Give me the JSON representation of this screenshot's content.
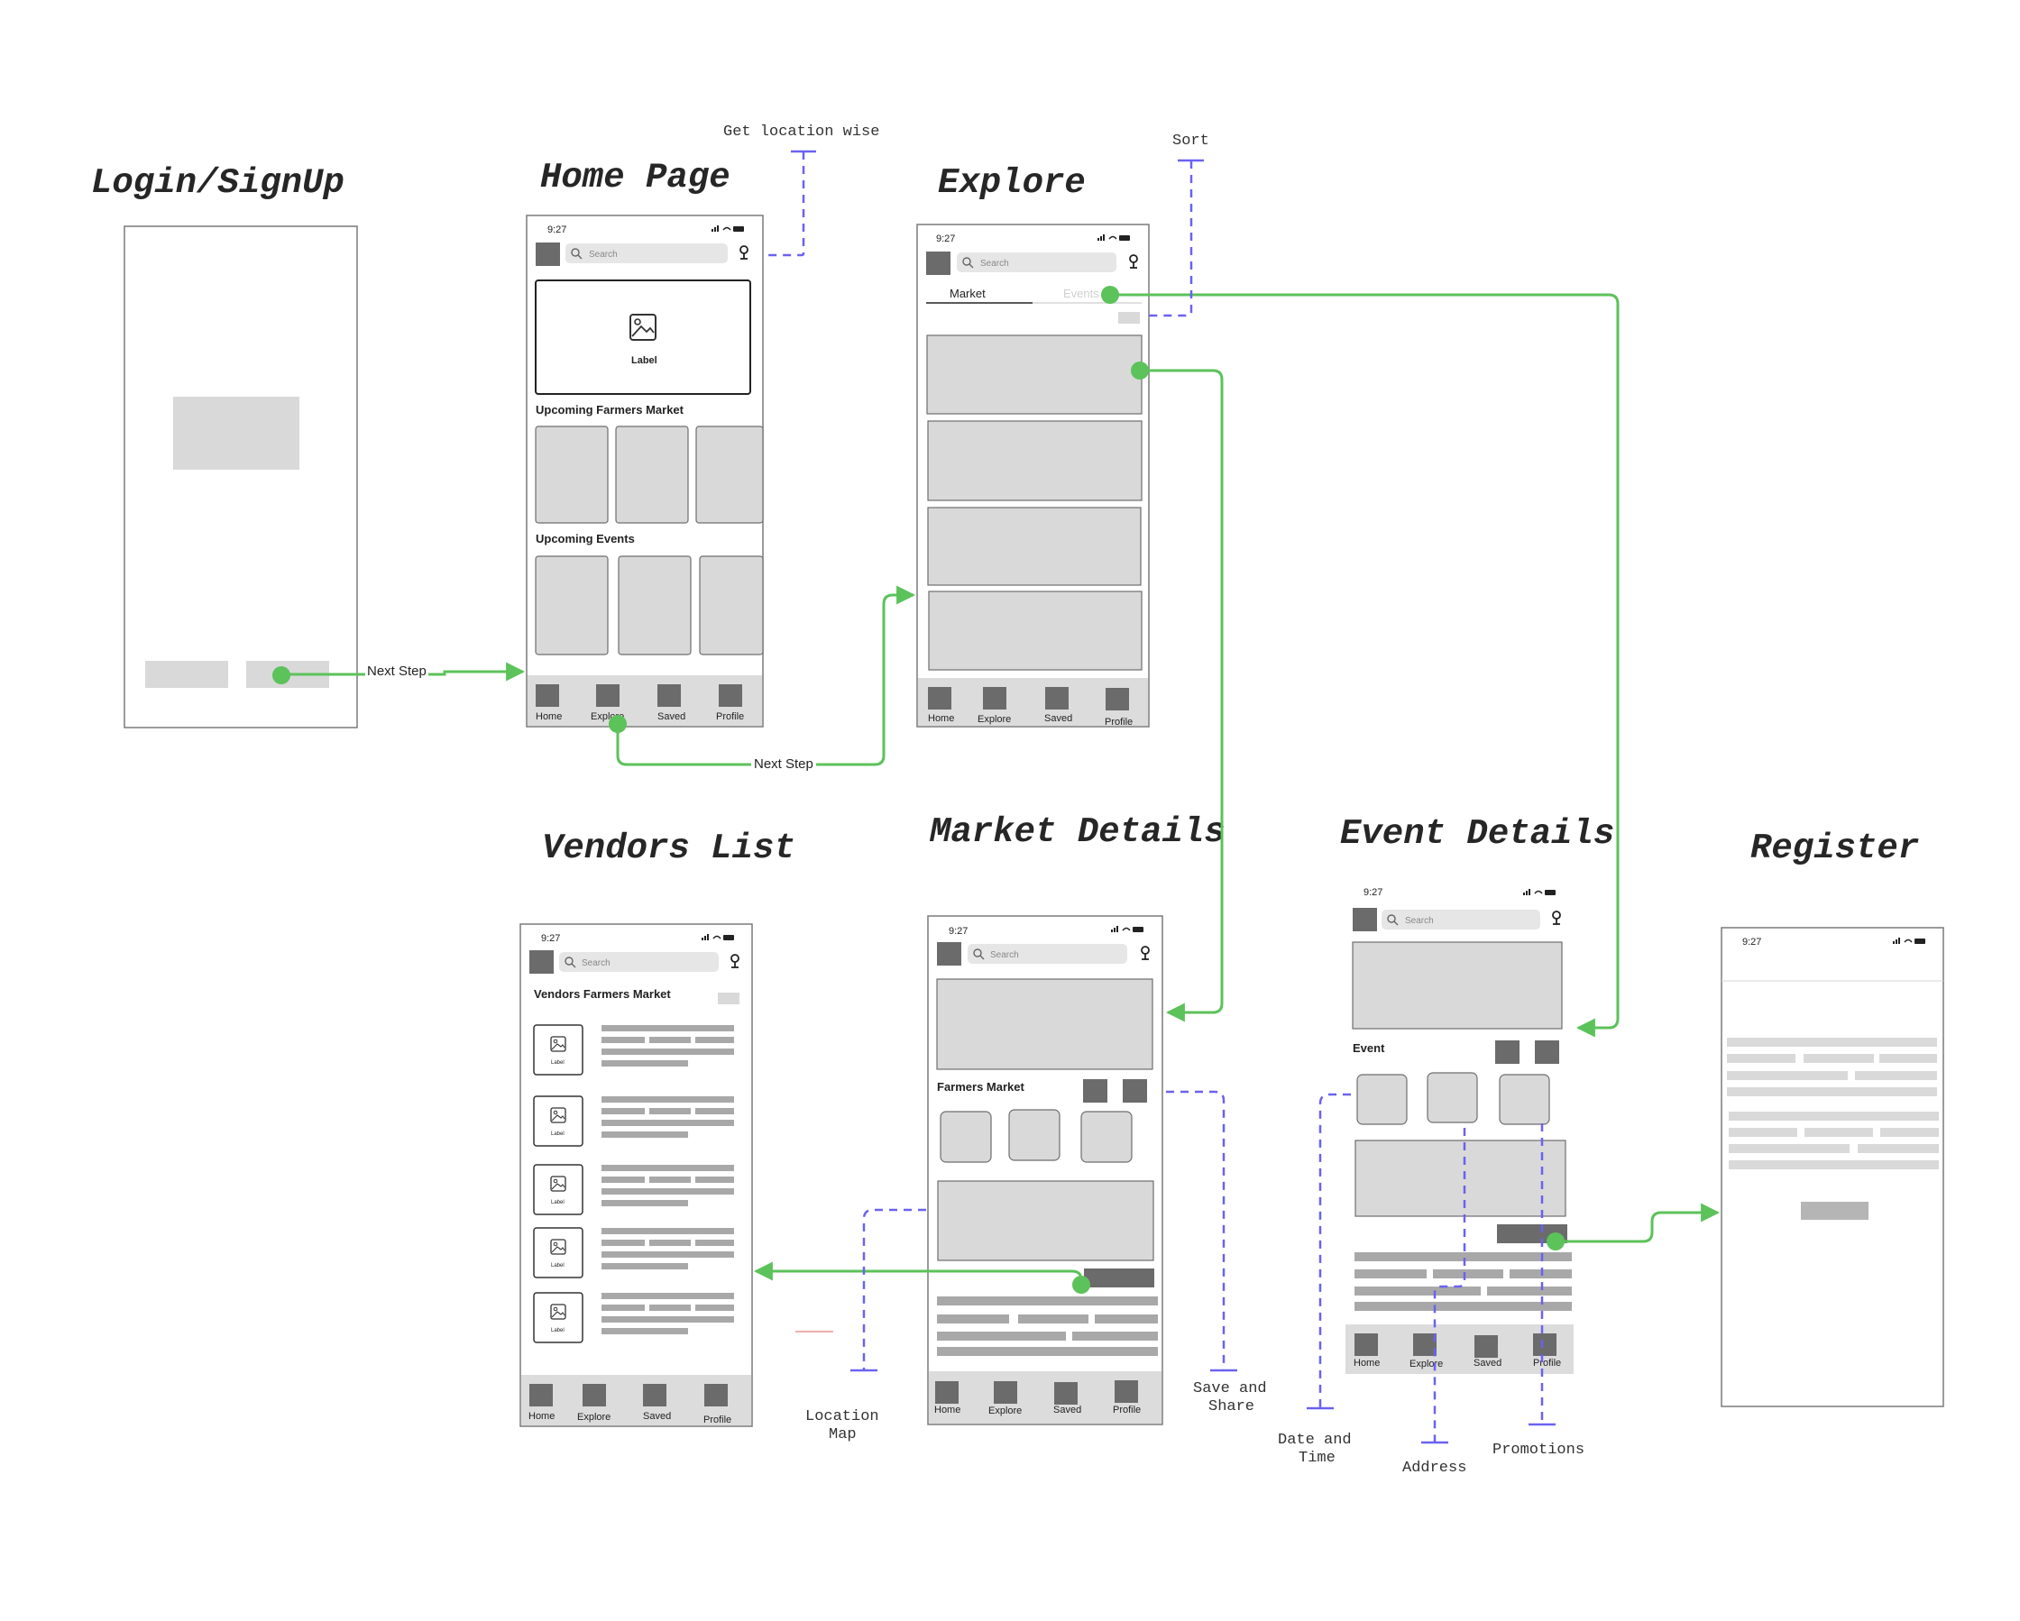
{
  "screens": {
    "login": {
      "title": "Login/SignUp"
    },
    "home": {
      "title": "Home Page",
      "time": "9:27",
      "search_placeholder": "Search",
      "banner_label": "Label",
      "section_markets": "Upcoming Farmers Market",
      "section_events": "Upcoming Events",
      "nav": [
        "Home",
        "Explore",
        "Saved",
        "Profile"
      ]
    },
    "explore": {
      "title": "Explore",
      "time": "9:27",
      "search_placeholder": "Search",
      "tabs": [
        "Market",
        "Events"
      ],
      "nav": [
        "Home",
        "Explore",
        "Saved",
        "Profile"
      ]
    },
    "vendors": {
      "title": "Vendors List",
      "time": "9:27",
      "search_placeholder": "Search",
      "heading": "Vendors Farmers Market",
      "item_label": "Label",
      "nav": [
        "Home",
        "Explore",
        "Saved",
        "Profile"
      ]
    },
    "market_details": {
      "title": "Market Details",
      "time": "9:27",
      "search_placeholder": "Search",
      "heading": "Farmers Market",
      "nav": [
        "Home",
        "Explore",
        "Saved",
        "Profile"
      ]
    },
    "event_details": {
      "title": "Event Details",
      "time": "9:27",
      "search_placeholder": "Search",
      "heading": "Event",
      "nav": [
        "Home",
        "Explore",
        "Saved",
        "Profile"
      ]
    },
    "register": {
      "title": "Register",
      "time": "9:27"
    }
  },
  "edges": {
    "login_to_home": "Next Step",
    "home_to_explore": "Next Step"
  },
  "annotations": {
    "location_wise": "Get location wise",
    "sort": "Sort",
    "location_map_1": "Location",
    "location_map_2": "Map",
    "save_share_1": "Save and",
    "save_share_2": "Share",
    "date_time_1": "Date and",
    "date_time_2": "Time",
    "address": "Address",
    "promotions": "Promotions"
  },
  "colors": {
    "flow_arrow": "#5cc25a",
    "annotation": "#6b62f0",
    "placeholder": "#d9d9d9",
    "dark_block": "#6b6b6b"
  }
}
